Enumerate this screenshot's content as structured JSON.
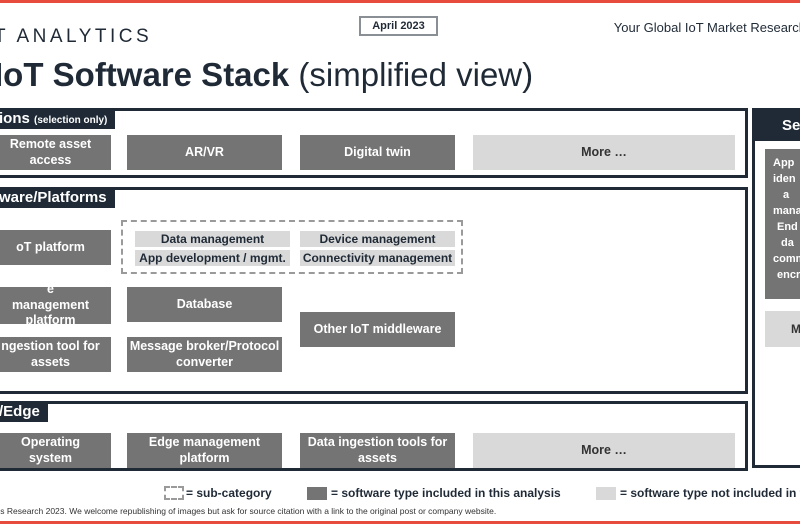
{
  "header": {
    "logo_text": "T ANALYTICS",
    "date": "April 2023",
    "tagline": "Your Global IoT Market Research",
    "title_bold": "IoT Software Stack",
    "title_light": "(simplified view)"
  },
  "sections": {
    "applications": {
      "label": "ions",
      "label_note": "(selection only)",
      "items": [
        "Remote asset access",
        "AR/VR",
        "Digital twin",
        "More …"
      ]
    },
    "platforms": {
      "label": "ware/Platforms",
      "iot_platform": "oT platform",
      "subcategories": [
        "Data management",
        "Device management",
        "App development / mgmt.",
        "Connectivity management"
      ],
      "device_mgmt": "e management platform",
      "database": "Database",
      "middleware": "Other IoT middleware",
      "ingestion": "ngestion tool for assets",
      "broker": "Message broker/Protocol converter"
    },
    "edge": {
      "label": "/Edge",
      "items": [
        "Operating system",
        "Edge management platform",
        "Data ingestion tools for assets",
        "More …"
      ]
    },
    "right": {
      "label": "Se",
      "lines": [
        "App",
        "iden",
        "a",
        "mana",
        "End",
        "da",
        "comm",
        "encr"
      ],
      "more": "M"
    }
  },
  "legend": {
    "sub_category": "= sub-category",
    "included": "= software type included in this analysis",
    "not_included": "= software type not included in t"
  },
  "footer": "cs Research 2023. We welcome republishing of images but ask for source citation with a link to the original post or company website.",
  "colors": {
    "accent": "#e64b3c",
    "navy": "#1f2a36",
    "included": "#747474",
    "not_included": "#d9d9d9"
  }
}
